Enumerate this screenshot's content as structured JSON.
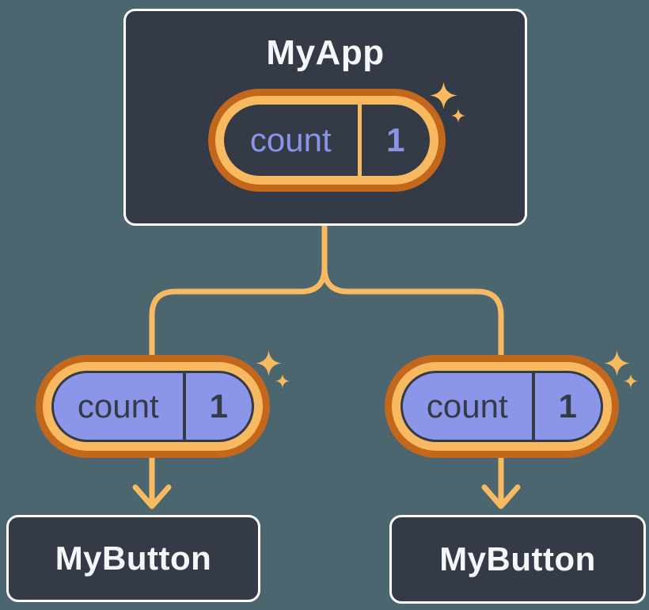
{
  "colors": {
    "background": "#4C6670",
    "card_fill": "#343A46",
    "card_border": "#FFFFFF",
    "title_text": "#F6F7F9",
    "orange_dark": "#C2671C",
    "orange_light": "#F8BA61",
    "purple_fill": "#8B96E8",
    "purple_text": "#8A94E8",
    "ink_dark": "#343A46"
  },
  "diagram": {
    "root": {
      "title": "MyApp",
      "state_pill": {
        "label": "count",
        "value": "1"
      }
    },
    "children": [
      {
        "title": "MyButton",
        "prop_pill": {
          "label": "count",
          "value": "1"
        }
      },
      {
        "title": "MyButton",
        "prop_pill": {
          "label": "count",
          "value": "1"
        }
      }
    ]
  }
}
